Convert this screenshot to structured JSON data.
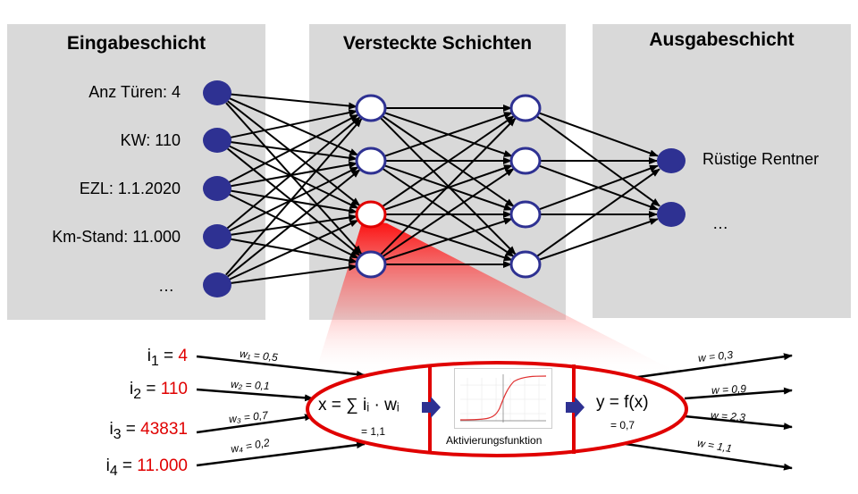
{
  "panels": {
    "input": {
      "title": "Eingabeschicht"
    },
    "hidden": {
      "title": "Versteckte Schichten"
    },
    "output": {
      "title": "Ausgabeschicht"
    }
  },
  "input_labels": [
    "Anz Türen:  4",
    "KW:  110",
    "EZL:  1.1.2020",
    "Km-Stand:  11.000",
    "…"
  ],
  "output_labels": [
    "Rüstige Rentner",
    "…"
  ],
  "neuron_detail": {
    "inputs": [
      {
        "name": "i",
        "sub": "1",
        "eq": " = ",
        "value": "4",
        "weight": "w₁ = 0,5"
      },
      {
        "name": "i",
        "sub": "2",
        "eq": " = ",
        "value": "110",
        "weight": "w₂ = 0,1"
      },
      {
        "name": "i",
        "sub": "3",
        "eq": " = ",
        "value": "43831",
        "weight": "w₃ = 0,7"
      },
      {
        "name": "i",
        "sub": "4",
        "eq": " = ",
        "value": "11.000",
        "weight": "w₄ = 0,2"
      }
    ],
    "sum_formula": "x = ∑ iᵢ · wᵢ",
    "sum_value": "= 1,1",
    "activation_label": "Aktivierungsfunktion",
    "output_formula": "y = f(x)",
    "output_value": "= 0,7",
    "output_weights": [
      "w = 0,3",
      "w = 0,9",
      "w = 2,3",
      "w = 1,1"
    ]
  },
  "colors": {
    "panel": "#d9d9d9",
    "node_fill": "#2e3192",
    "node_stroke": "#2e3192",
    "highlight": "#e00000",
    "arrow_fill": "#2e3192"
  }
}
